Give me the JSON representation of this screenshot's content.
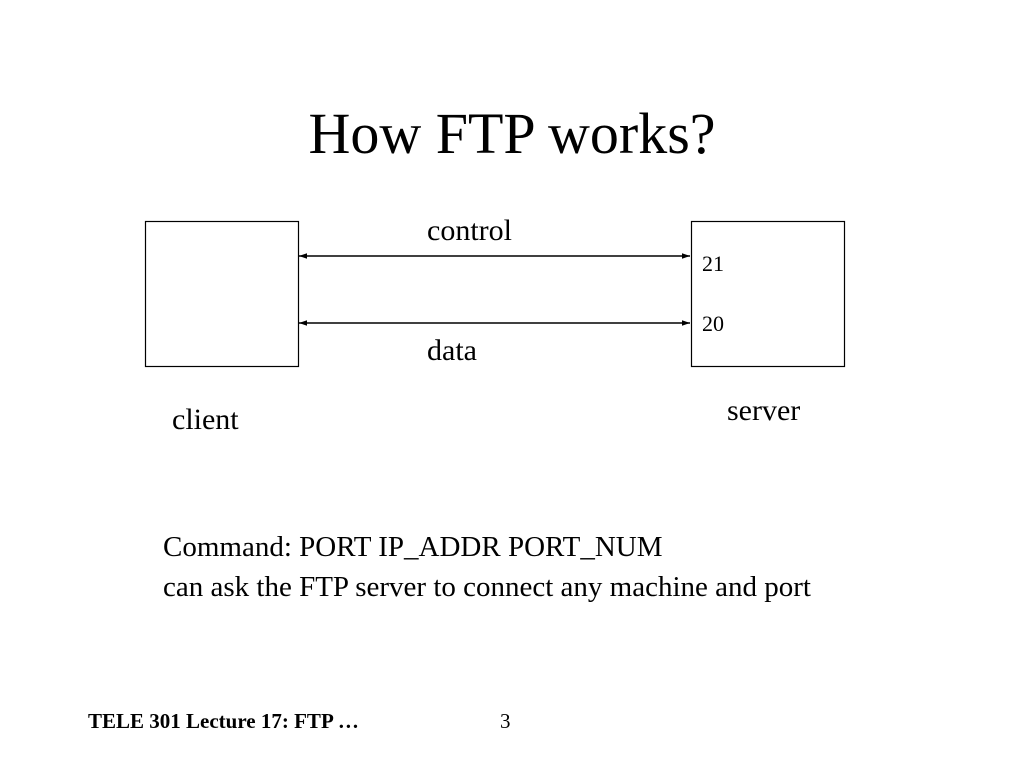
{
  "slide": {
    "title": "How FTP works?",
    "diagram": {
      "client_label": "client",
      "server_label": "server",
      "control_label": "control",
      "data_label": "data",
      "control_port": "21",
      "data_port": "20"
    },
    "notes": [
      "Command: PORT IP_ADDR PORT_NUM",
      "can ask the FTP server to connect any machine and port"
    ],
    "footer": {
      "course": "TELE 301 Lecture 17: FTP …",
      "page_number": "3"
    }
  }
}
